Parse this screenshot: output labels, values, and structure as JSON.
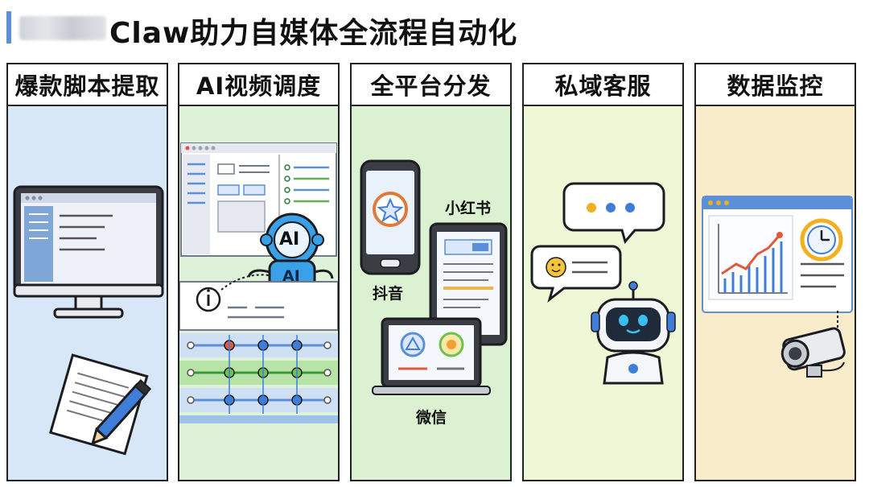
{
  "header": {
    "title_blurred_prefix": "Open",
    "title": "Claw助力自媒体全流程自动化",
    "accent_color": "#5b8fd8"
  },
  "columns": [
    {
      "title": "爆款脚本提取",
      "background": "#d8e7f7",
      "icons": [
        "desktop-monitor-icon",
        "document-pen-icon"
      ]
    },
    {
      "title": "AI视频调度",
      "background": "#def1d9",
      "icons": [
        "app-window-icon",
        "ai-robot-icon",
        "info-icon",
        "timeline-icon"
      ],
      "robot_labels": [
        "AI",
        "AI"
      ]
    },
    {
      "title": "全平台分发",
      "background": "#dbf1d2",
      "platforms": [
        "抖音",
        "小红书",
        "微信"
      ],
      "icons": [
        "phone-icon",
        "tablet-icon",
        "laptop-icon"
      ]
    },
    {
      "title": "私域客服",
      "background": "#eef7d6",
      "icons": [
        "chat-bubble-icon",
        "smiley-chat-icon",
        "support-robot-icon"
      ]
    },
    {
      "title": "数据监控",
      "background": "#f9eccb",
      "icons": [
        "analytics-dashboard-icon",
        "clock-icon",
        "security-camera-icon"
      ]
    }
  ]
}
